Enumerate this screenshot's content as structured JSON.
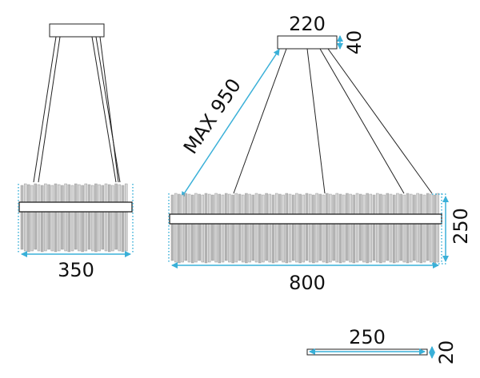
{
  "dimensions": {
    "side_width": "350",
    "canopy_width": "220",
    "canopy_height": "40",
    "max_drop": "MAX 950",
    "front_width": "800",
    "front_height": "250",
    "part_width": "250",
    "part_height": "20"
  },
  "colors": {
    "dimension_line": "#3ab0d8",
    "outline": "#222222",
    "crystal": "#9a9a9a",
    "text": "#111111"
  }
}
